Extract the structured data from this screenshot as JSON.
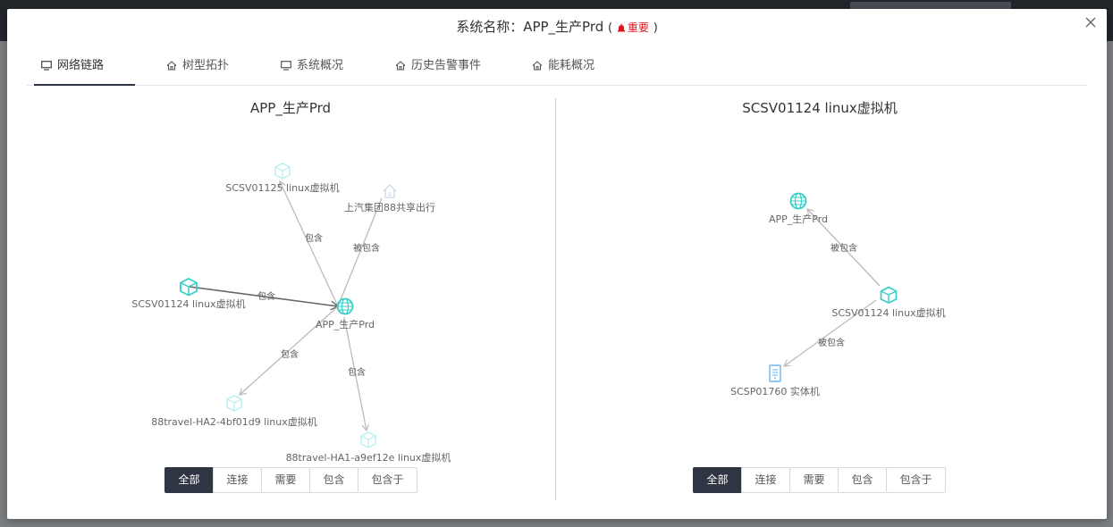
{
  "modal": {
    "title_prefix": "系统名称：APP_生产Prd",
    "paren_open": "(",
    "level": "重要",
    "paren_close": ")",
    "close_label": "×"
  },
  "tabs": [
    {
      "label": "网络链路",
      "icon": "monitor-icon",
      "active": true
    },
    {
      "label": "树型拓扑",
      "icon": "home-icon"
    },
    {
      "label": "系统概况",
      "icon": "monitor-icon"
    },
    {
      "label": "历史告警事件",
      "icon": "home-icon"
    },
    {
      "label": "能耗概况",
      "icon": "home-icon"
    }
  ],
  "left_panel": {
    "title": "APP_生产Prd",
    "nodes": [
      {
        "label": "SCSV01125 linux虚拟机",
        "icon": "vm-cube-icon"
      },
      {
        "label": "上汽集团88共享出行",
        "icon": "building-icon"
      },
      {
        "label": "SCSV01124 linux虚拟机",
        "icon": "vm-cube-icon"
      },
      {
        "label": "APP_生产Prd",
        "icon": "system-globe-icon"
      },
      {
        "label": "88travel-HA2-4bf01d9 linux虚拟机",
        "icon": "vm-cube-icon"
      },
      {
        "label": "88travel-HA1-a9ef12e linux虚拟机",
        "icon": "vm-cube-icon"
      }
    ],
    "edges": [
      "包含",
      "被包含",
      "包含",
      "包含",
      "包含"
    ]
  },
  "right_panel": {
    "title": "SCSV01124 linux虚拟机",
    "nodes": [
      {
        "label": "APP_生产Prd",
        "icon": "system-globe-icon"
      },
      {
        "label": "SCSV01124 linux虚拟机",
        "icon": "vm-cube-icon"
      },
      {
        "label": "SCSP01760 实体机",
        "icon": "server-icon"
      }
    ],
    "edges": [
      "被包含",
      "被包含"
    ]
  },
  "filters": [
    "全部",
    "连接",
    "需要",
    "包含",
    "包含于"
  ],
  "colors": {
    "accent": "#2f3542",
    "important": "#e0141b",
    "node_cyan": "#36cfc9",
    "node_faint": "#b5eef0",
    "edge": "#bbbbbb"
  }
}
